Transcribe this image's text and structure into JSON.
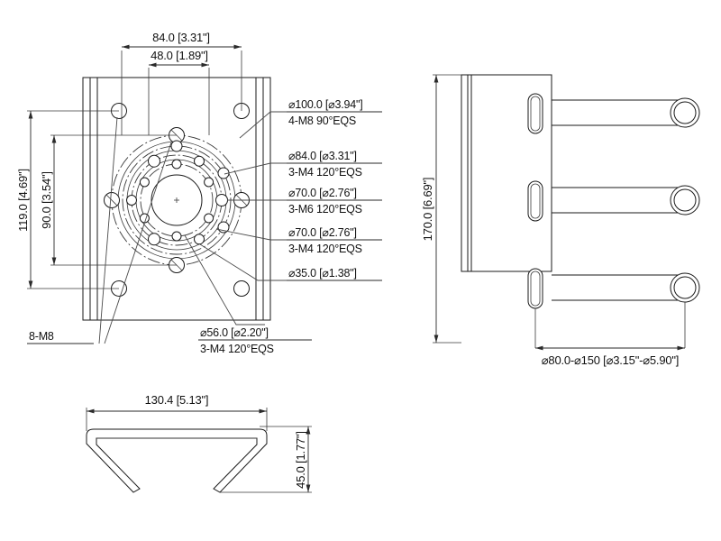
{
  "drawing": {
    "type": "engineering-dimension-drawing",
    "subject": "camera pole mount bracket",
    "units_note": "millimeters with inches in brackets",
    "views": [
      {
        "id": "front-view",
        "name": "Front view of mounting plate"
      },
      {
        "id": "side-view",
        "name": "Side view with pole clamp arms"
      },
      {
        "id": "bottom-view",
        "name": "Bottom view of spring clip"
      }
    ]
  },
  "front_view": {
    "dimensions": {
      "top_outer": "84.0 [3.31\"]",
      "top_inner": "48.0 [1.89\"]",
      "left_outer": "119.0 [4.69\"]",
      "left_inner": "90.0 [3.54\"]"
    },
    "callouts": [
      {
        "id": "c1",
        "line1": "⌀100.0 [⌀3.94\"]",
        "line2": "4-M8 90°EQS"
      },
      {
        "id": "c2",
        "line1": "⌀84.0 [⌀3.31\"]",
        "line2": "3-M4 120°EQS"
      },
      {
        "id": "c3",
        "line1": "⌀70.0 [⌀2.76\"]",
        "line2": "3-M6 120°EQS"
      },
      {
        "id": "c4",
        "line1": "⌀70.0 [⌀2.76\"]",
        "line2": "3-M4 120°EQS"
      },
      {
        "id": "c5",
        "line1": "⌀35.0 [⌀1.38\"]",
        "line2": ""
      },
      {
        "id": "c6",
        "line1": "⌀56.0 [⌀2.20\"]",
        "line2": "3-M4 120°EQS"
      }
    ],
    "bolt_label": "8-M8"
  },
  "side_view": {
    "dimensions": {
      "height": "170.0 [6.69\"]",
      "pole_range": "⌀80.0-⌀150 [⌀3.15\"-⌀5.90\"]"
    },
    "arm_count": 3
  },
  "bottom_view": {
    "dimensions": {
      "width": "130.4 [5.13\"]",
      "height": "45.0 [1.77\"]"
    }
  },
  "colors": {
    "line": "#1a1a1a",
    "thin_line": "#3c3c3c",
    "text": "#111111",
    "background": "#ffffff"
  }
}
